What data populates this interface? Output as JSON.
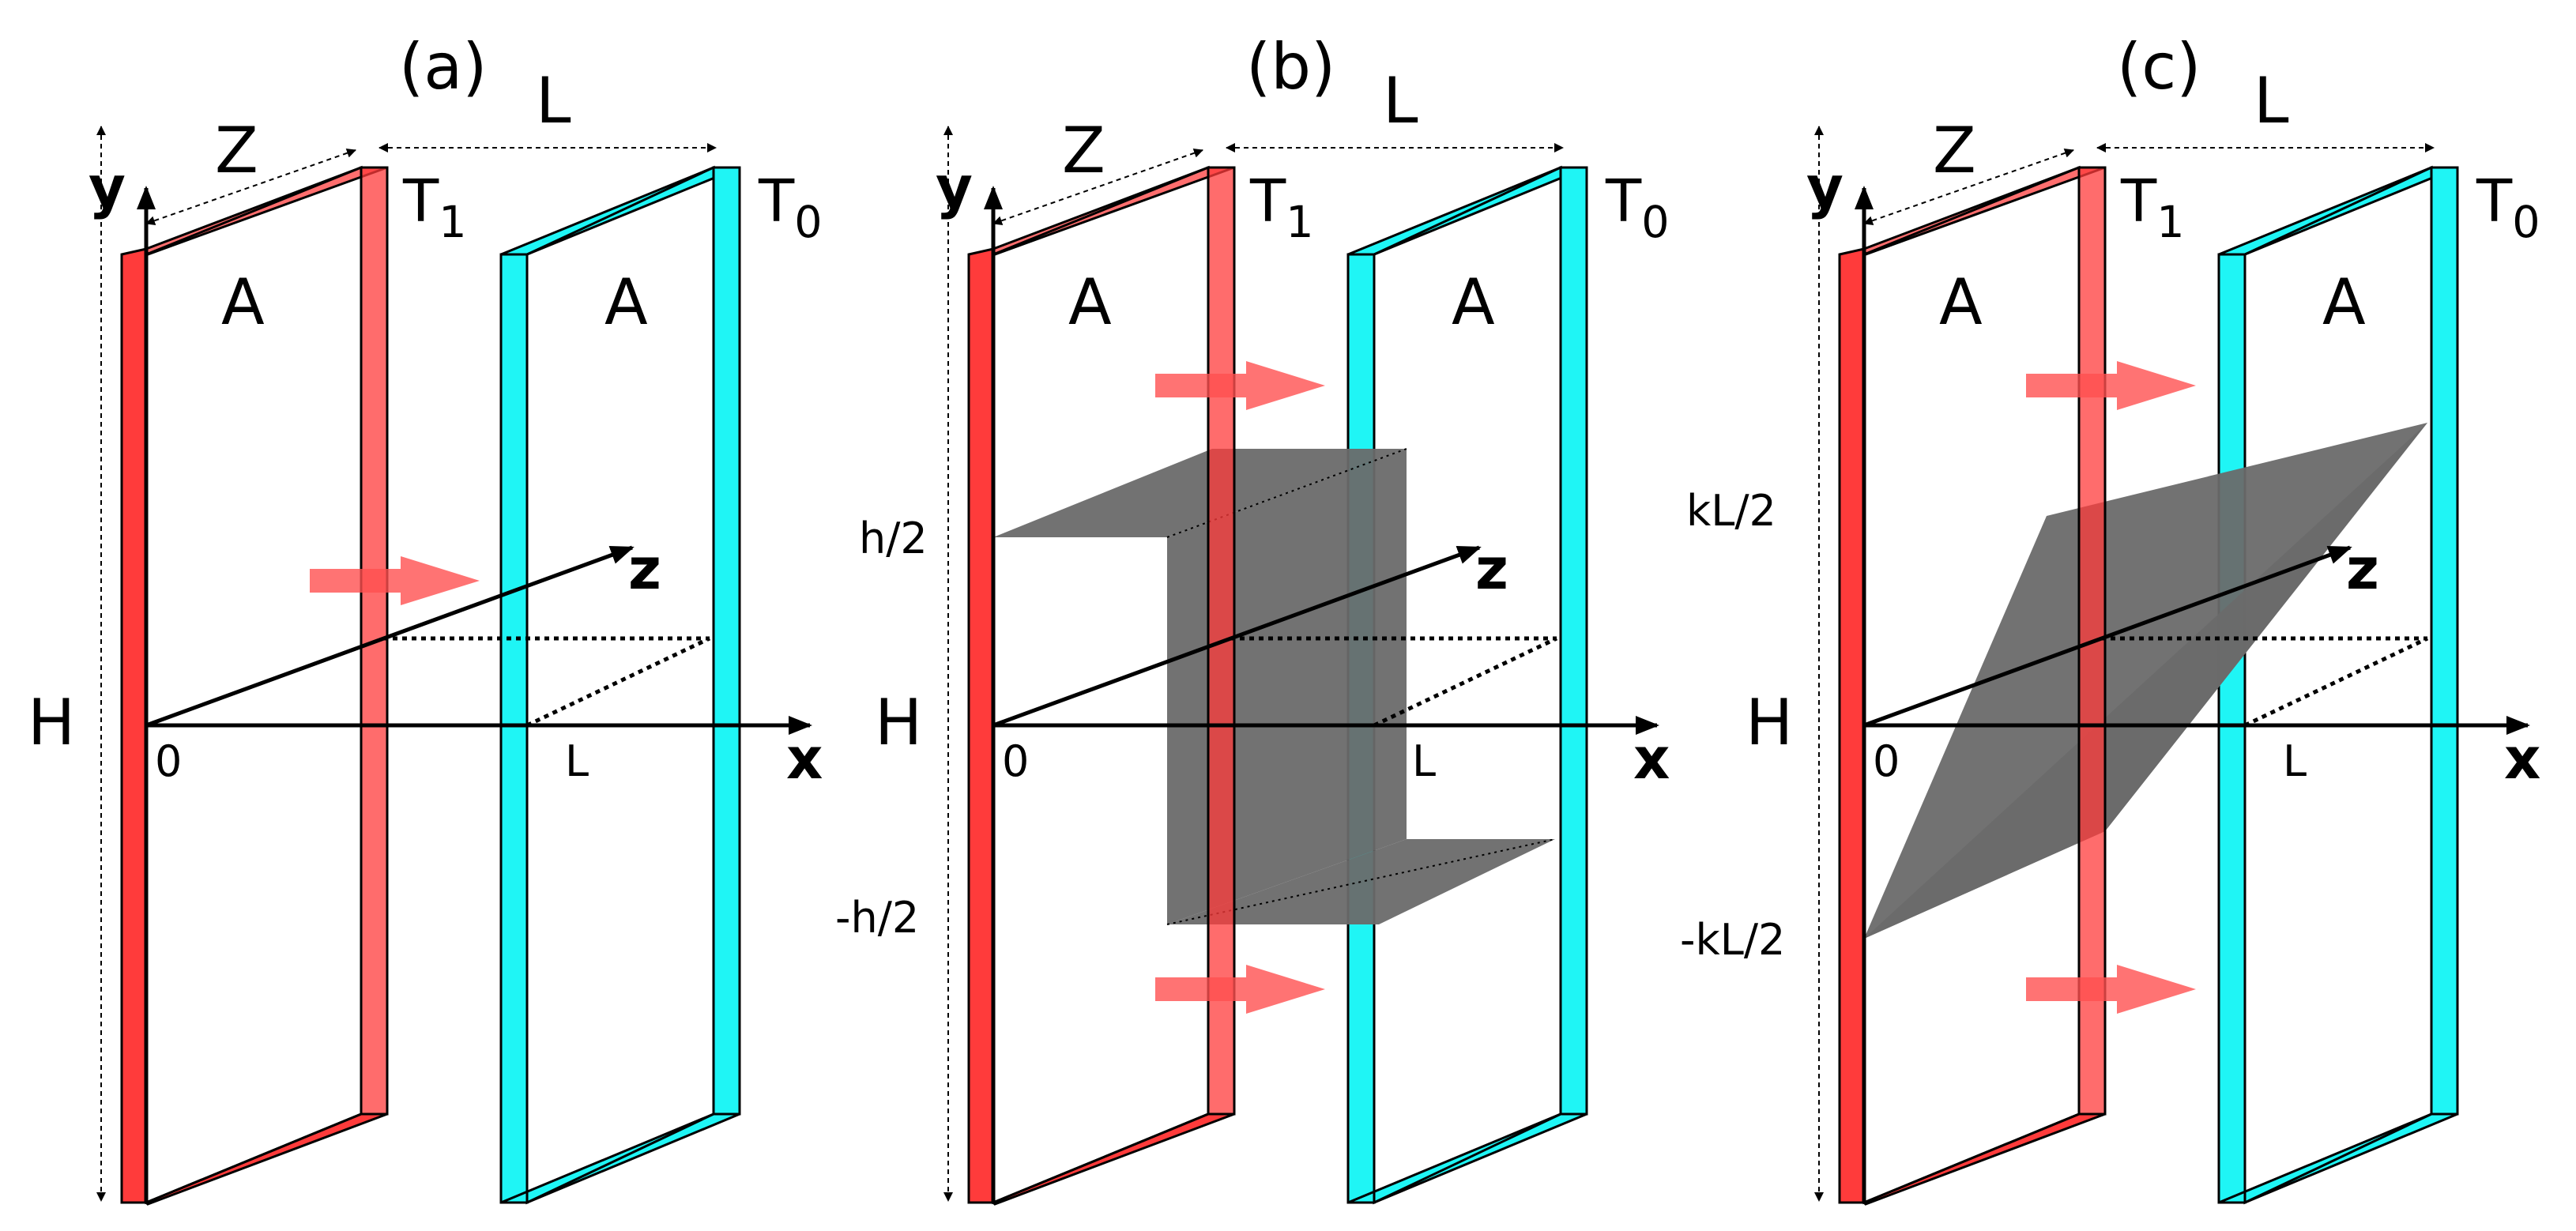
{
  "colors": {
    "hot": "#ff2a2a",
    "hot_fill": "#ff3b3b",
    "hot_face": "#ff6e6e",
    "cold": "#1ff5f5",
    "arrow": "#ff5050",
    "interface": "#6a6a6a",
    "stroke": "#000000"
  },
  "panels": [
    {
      "label": "(a)",
      "plate_length": "L",
      "plate_depth": "Z",
      "axis_y": "y",
      "axis_x": "x",
      "axis_z": "z",
      "origin": "0",
      "x_tick": "L",
      "height": "H",
      "area_hot": "A",
      "area_cold": "A",
      "temp_hot": "T",
      "temp_hot_sub": "1",
      "temp_cold": "T",
      "temp_cold_sub": "0",
      "tick_upper": "",
      "tick_lower": "",
      "interface": "none"
    },
    {
      "label": "(b)",
      "plate_length": "L",
      "plate_depth": "Z",
      "axis_y": "y",
      "axis_x": "x",
      "axis_z": "z",
      "origin": "0",
      "x_tick": "L",
      "height": "H",
      "area_hot": "A",
      "area_cold": "A",
      "temp_hot": "T",
      "temp_hot_sub": "1",
      "temp_cold": "T",
      "temp_cold_sub": "0",
      "tick_upper": "h/2",
      "tick_lower": "-h/2",
      "interface": "step"
    },
    {
      "label": "(c)",
      "plate_length": "L",
      "plate_depth": "Z",
      "axis_y": "y",
      "axis_x": "x",
      "axis_z": "z",
      "origin": "0",
      "x_tick": "L",
      "height": "H",
      "area_hot": "A",
      "area_cold": "A",
      "temp_hot": "T",
      "temp_hot_sub": "1",
      "temp_cold": "T",
      "temp_cold_sub": "0",
      "tick_upper": "kL/2",
      "tick_lower": "-kL/2",
      "interface": "slope"
    }
  ]
}
